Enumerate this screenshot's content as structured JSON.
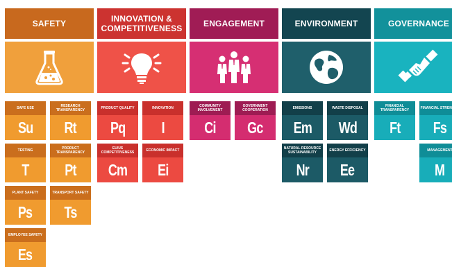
{
  "categories": [
    {
      "title": "SAFETY",
      "header_color": "#c8691e",
      "illustration_color": "#f0a03c",
      "illustration_icon": "flask-icon",
      "label_color": "#ca6e1d",
      "symbol_color": "#f09b2f",
      "elements": [
        {
          "label": "SAFE USE",
          "symbol": "Su"
        },
        {
          "label": "RESEARCH TRANSPARENCY",
          "symbol": "Rt"
        },
        {
          "label": "TESTING",
          "symbol": "T"
        },
        {
          "label": "PRODUCT TRANSPARENCY",
          "symbol": "Pt"
        },
        {
          "label": "PLANT SAFETY",
          "symbol": "Ps"
        },
        {
          "label": "TRANSPORT SAFETY",
          "symbol": "Ts"
        },
        {
          "label": "EMPLOYEE SAFETY",
          "symbol": "Es"
        }
      ]
    },
    {
      "title": "INNOVATION & COMPETITIVENESS",
      "header_color": "#cc3330",
      "illustration_color": "#ef5248",
      "illustration_icon": "lightbulb-icon",
      "label_color": "#c9302c",
      "symbol_color": "#ec4a41",
      "elements": [
        {
          "label": "PRODUCT QUALITY",
          "symbol": "Pq"
        },
        {
          "label": "INNOVATION",
          "symbol": "I"
        },
        {
          "label": "EU/US COMPETITIVENESS",
          "symbol": "Cm"
        },
        {
          "label": "ECONOMIC IMPACT",
          "symbol": "Ei"
        }
      ]
    },
    {
      "title": "ENGAGEMENT",
      "header_color": "#a01c55",
      "illustration_color": "#d62f73",
      "illustration_icon": "people-group-icon",
      "label_color": "#9e1c53",
      "symbol_color": "#d42d70",
      "elements": [
        {
          "label": "COMMUNITY INVOLVEMENT",
          "symbol": "Ci"
        },
        {
          "label": "GOVERNMENT COOPERATION",
          "symbol": "Gc"
        }
      ]
    },
    {
      "title": "ENVIRONMENT",
      "header_color": "#134550",
      "illustration_color": "#1f5f6b",
      "illustration_icon": "globe-icon",
      "label_color": "#123f49",
      "symbol_color": "#1c5a66",
      "elements": [
        {
          "label": "EMISSIONS",
          "symbol": "Em"
        },
        {
          "label": "WASTE DISPOSAL",
          "symbol": "Wd"
        },
        {
          "label": "NATURAL RESOURCE SUSTAINABILITY",
          "symbol": "Nr"
        },
        {
          "label": "ENERGY EFFICIENCY",
          "symbol": "Ee"
        }
      ]
    },
    {
      "title": "GOVERNANCE",
      "header_color": "#12919b",
      "illustration_color": "#19b3bf",
      "illustration_icon": "handshake-icon",
      "label_color": "#0f8d97",
      "symbol_color": "#18adb9",
      "elements": [
        {
          "label": "FINANCIAL TRANSPARENCY",
          "symbol": "Ft"
        },
        {
          "label": "FINANCIAL STRENGTH",
          "symbol": "Fs"
        },
        {
          "label": "",
          "symbol": ""
        },
        {
          "label": "MANAGEMENT",
          "symbol": "M"
        }
      ]
    }
  ]
}
